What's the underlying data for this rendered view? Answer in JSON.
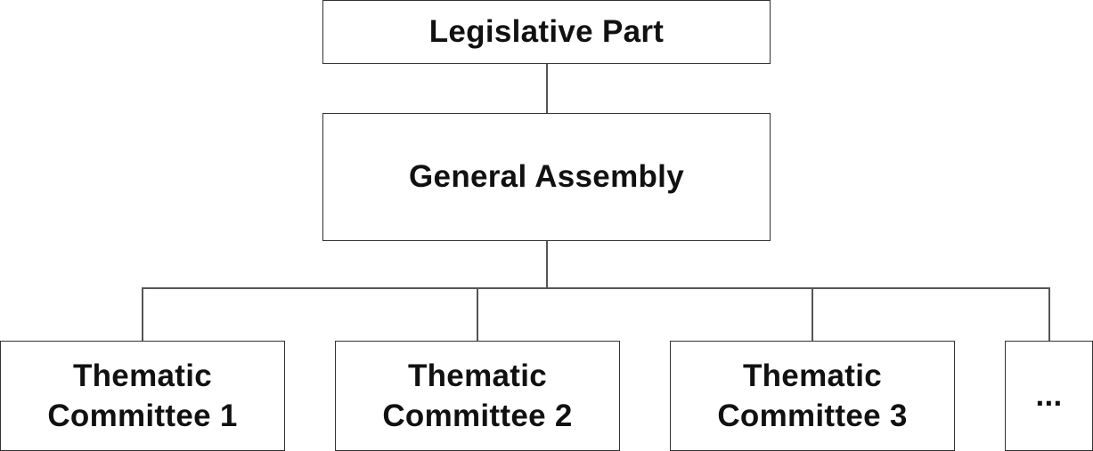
{
  "diagram": {
    "root": {
      "label": "Legislative Part"
    },
    "middle": {
      "label": "General Assembly"
    },
    "children": [
      {
        "line1": "Thematic",
        "line2": "Committee 1"
      },
      {
        "line1": "Thematic",
        "line2": "Committee 2"
      },
      {
        "line1": "Thematic",
        "line2": "Committee 3"
      },
      {
        "line1": "..."
      }
    ]
  }
}
